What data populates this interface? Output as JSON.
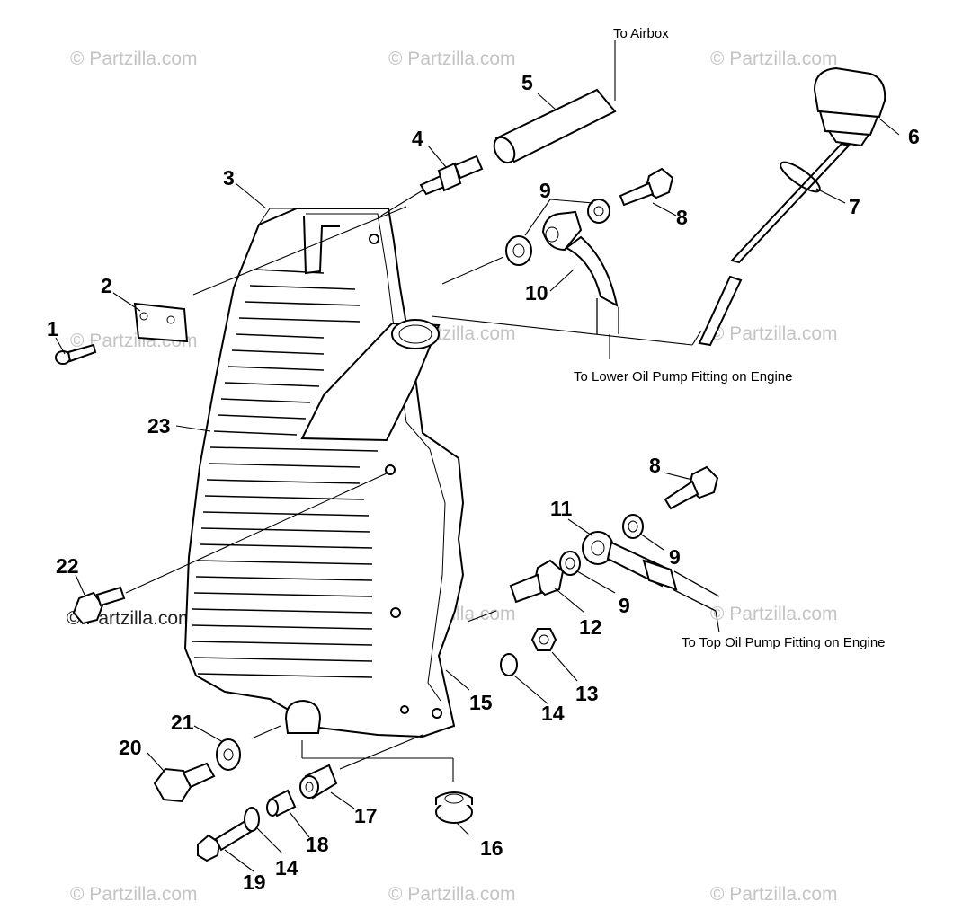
{
  "watermark": "© Partzilla.com",
  "callouts": {
    "airbox": "To Airbox",
    "lower_pump": "To Lower Oil Pump Fitting on Engine",
    "top_pump": "To Top Oil Pump Fitting on Engine"
  },
  "part_numbers": {
    "p1": "1",
    "p2": "2",
    "p3": "3",
    "p4": "4",
    "p5": "5",
    "p6": "6",
    "p7": "7",
    "p8a": "8",
    "p8b": "8",
    "p9a": "9",
    "p9b": "9",
    "p9c": "9",
    "p10": "10",
    "p11": "11",
    "p12": "12",
    "p13": "13",
    "p14a": "14",
    "p14b": "14",
    "p15": "15",
    "p16": "16",
    "p17": "17",
    "p18": "18",
    "p19": "19",
    "p20": "20",
    "p21": "21",
    "p22": "22",
    "p23": "23"
  }
}
